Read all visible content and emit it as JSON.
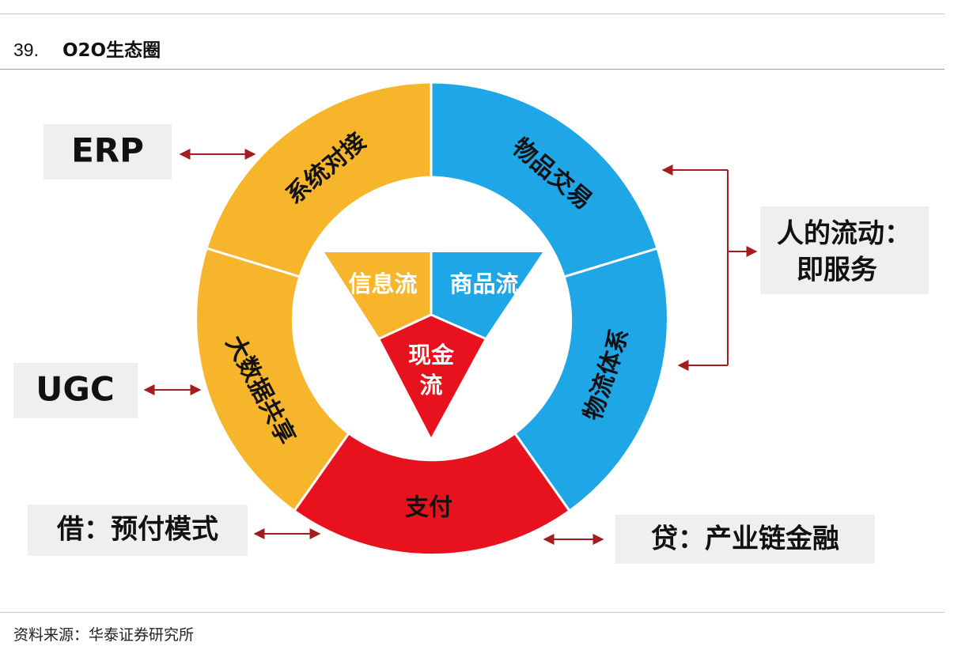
{
  "figure": {
    "number": "39.",
    "title": "O2O生态圈"
  },
  "ring_segments": {
    "system": "系统对接",
    "bigdata": "大数据共享",
    "payment": "支付",
    "logistics": "物流体系",
    "trade": "物品交易"
  },
  "triangle": {
    "info": "信息流",
    "goods": "商品流",
    "cash_line1": "现金",
    "cash_line2": "流"
  },
  "side_boxes": {
    "erp": "ERP",
    "ugc": "UGC",
    "borrow": "借：预付模式",
    "loan": "贷：产业链金融",
    "people_line1": "人的流动：",
    "people_line2": "即服务"
  },
  "colors": {
    "yellow": "#F7B52B",
    "blue": "#1FA6E6",
    "red": "#E8121E",
    "arrow": "#A51C1F",
    "box": "#EFEFEF"
  },
  "source": "资料来源：华泰证券研究所"
}
